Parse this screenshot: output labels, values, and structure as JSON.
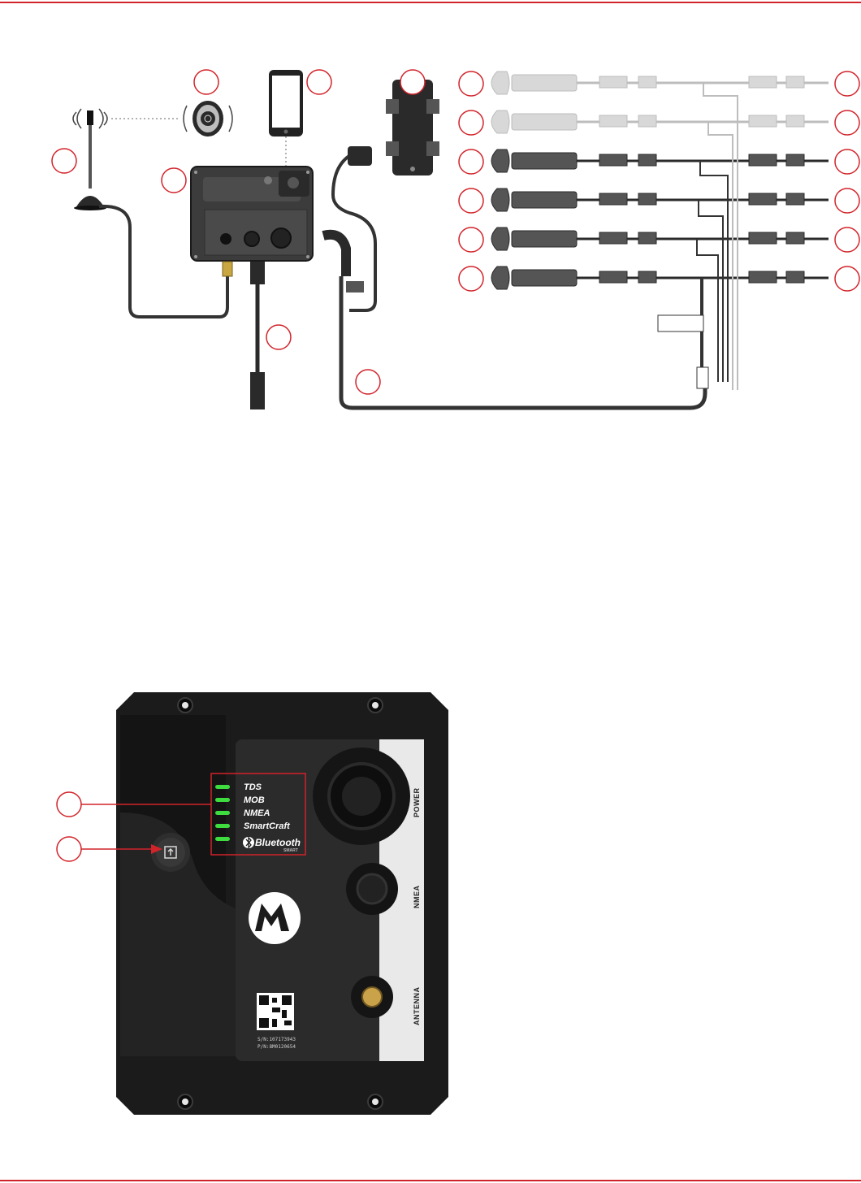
{
  "colors": {
    "accent_red": "#d2232a",
    "device_black": "#1d1d1d",
    "led_green": "#3fdc3f",
    "harness_dark": "#333333",
    "harness_light": "#b8b8b8"
  },
  "icons": [
    "antenna-icon",
    "remote-fob-icon",
    "smartphone-icon",
    "junction-box-icon",
    "lanyard-fob-icon",
    "mercury-logo-icon",
    "qr-code-icon",
    "bluetooth-icon",
    "reset-button-icon"
  ],
  "device_panel": {
    "leds": [
      "TDS",
      "MOB",
      "NMEA",
      "SmartCraft"
    ],
    "bluetooth_label": "Bluetooth",
    "bluetooth_sub": "SMART",
    "ports": [
      "POWER",
      "NMEA",
      "ANTENNA"
    ],
    "serial": "S/N:107173943",
    "part": "P/N:8M0120654"
  }
}
